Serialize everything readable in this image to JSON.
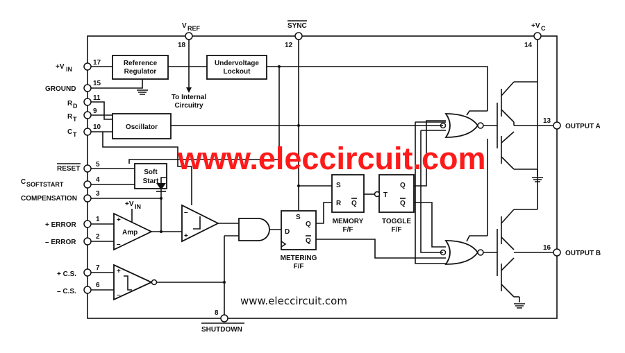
{
  "labels": {
    "vref": "V",
    "vref_sub": "REF",
    "sync": "SYNC",
    "vc": "+V",
    "vc_sub": "C",
    "vin": "+V",
    "vin_sub": "IN",
    "ground": "GROUND",
    "rd": "R",
    "rd_sub": "D",
    "rt": "R",
    "rt_sub": "T",
    "ct": "C",
    "ct_sub": "T",
    "reset": "RESET",
    "csoft": "C",
    "csoft_sub": "SOFTSTART",
    "compensation": "COMPENSATION",
    "plus_error": "+ ERROR",
    "minus_error": "– ERROR",
    "plus_cs": "+ C.S.",
    "minus_cs": "– C.S.",
    "shutdown": "SHUTDOWN",
    "output_a": "OUTPUT A",
    "output_b": "OUTPUT B",
    "amp_vin": "+V",
    "amp_vin_sub": "IN"
  },
  "pins": {
    "p18": "18",
    "p12": "12",
    "p14": "14",
    "p17": "17",
    "p15": "15",
    "p11": "11",
    "p9": "9",
    "p10": "10",
    "p5": "5",
    "p4": "4",
    "p3": "3",
    "p1": "1",
    "p2": "2",
    "p7": "7",
    "p6": "6",
    "p8": "8",
    "p13": "13",
    "p16": "16"
  },
  "blocks": {
    "ref_line1": "Reference",
    "ref_line2": "Regulator",
    "uv_line1": "Undervoltage",
    "uv_line2": "Lockout",
    "internal_line1": "To Internal",
    "internal_line2": "Circuitry",
    "oscillator": "Oscillator",
    "soft_line1": "Soft",
    "soft_line2": "Start",
    "amp": "Amp",
    "metering_title": "METERING",
    "metering_ff": "F/F",
    "memory_title": "MEMORY",
    "memory_ff": "F/F",
    "toggle_title": "TOGGLE",
    "toggle_ff": "F/F"
  },
  "ff_pins": {
    "s": "S",
    "d": "D",
    "q": "Q",
    "qbar": "Q",
    "r": "R",
    "t": "T",
    "plus": "+",
    "minus": "–"
  },
  "watermark": {
    "large": "www.eleccircuit.com",
    "small": "www.eleccircuit.com",
    "large_color": "#ff1a1a"
  }
}
